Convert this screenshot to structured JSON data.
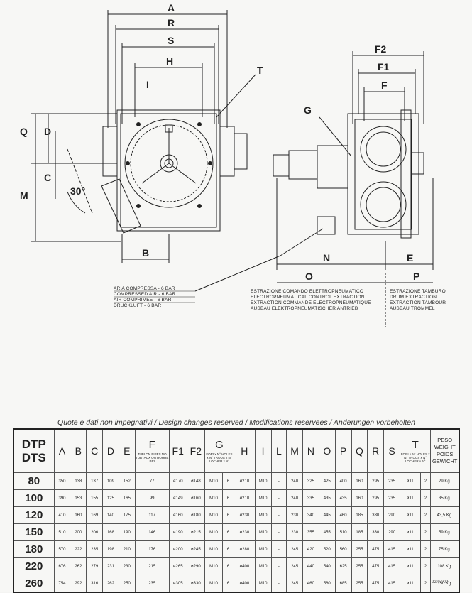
{
  "drawing": {
    "front_view_labels": {
      "A": "A",
      "R": "R",
      "S": "S",
      "H": "H",
      "T": "T",
      "I": "I",
      "Q": "Q",
      "D": "D",
      "C": "C",
      "M": "M",
      "B": "B",
      "angle": "30°"
    },
    "side_view_labels": {
      "F2": "F2",
      "F1": "F1",
      "F": "F",
      "G": "G",
      "N": "N",
      "E": "E",
      "O": "O",
      "P": "P"
    },
    "air_note": [
      "ARIA COMPRESSA - 6 BAR",
      "COMPRESSED AIR - 6 BAR",
      "AIR COMPRIMEE - 6 BAR",
      "DRUCKLUFT - 6 BAR"
    ],
    "o_note": [
      "ESTRAZIONE COMANDO ELETTROPNEUMATICO",
      "ELECTROPNEUMATICAL CONTROL EXTRACTION",
      "EXTRACTION COMMANDE ELECTROPNEUMATIQUE",
      "AUSBAU ELEKTROPNEUMATISCHER ANTRIEB"
    ],
    "p_note": [
      "ESTRAZIONE TAMBURO",
      "DRUM EXTRACTION",
      "EXTRACTION TAMBOUR",
      "AUSBAU TROMMEL"
    ]
  },
  "notice": "Quote e dati non impegnativi / Design changes reserved / Modifications reservees / Anderungen vorbeholten",
  "table": {
    "header_model": [
      "DTP",
      "DTS"
    ],
    "cols": [
      "A",
      "B",
      "C",
      "D",
      "E",
      "F",
      "F1",
      "F2",
      "G",
      "H",
      "I",
      "L",
      "M",
      "N",
      "O",
      "P",
      "Q",
      "R",
      "S",
      "T",
      "PESO"
    ],
    "f_sub": "TUBI ON PIPES NO TUBYAUX ON ROHRE BRI",
    "g_sub": "FORI x N° HOLES x N° TROUS x N° LOCHER x N°",
    "t_sub": "FORI x N° HOLES x N° TROUS x N° LOCHER x N°",
    "weight": [
      "PESO",
      "WEIGHT",
      "POIDS",
      "GEWICHT"
    ],
    "rows": [
      [
        "80",
        "350",
        "138",
        "137",
        "109",
        "152",
        "77",
        "ø170",
        "ø148",
        "M10",
        "6",
        "ø210",
        "M10",
        "-",
        "240",
        "325",
        "425",
        "400",
        "160",
        "295",
        "235",
        "ø11",
        "2",
        "29 Kg."
      ],
      [
        "100",
        "390",
        "153",
        "155",
        "125",
        "165",
        "99",
        "ø149",
        "ø160",
        "M10",
        "6",
        "ø210",
        "M10",
        "-",
        "240",
        "335",
        "435",
        "435",
        "160",
        "295",
        "235",
        "ø11",
        "2",
        "35 Kg."
      ],
      [
        "120",
        "410",
        "160",
        "169",
        "140",
        "175",
        "117",
        "ø160",
        "ø180",
        "M10",
        "6",
        "ø230",
        "M10",
        "-",
        "230",
        "340",
        "445",
        "460",
        "185",
        "330",
        "290",
        "ø11",
        "2",
        "43,5 Kg."
      ],
      [
        "150",
        "510",
        "200",
        "206",
        "168",
        "190",
        "146",
        "ø190",
        "ø215",
        "M10",
        "6",
        "ø230",
        "M10",
        "-",
        "230",
        "355",
        "455",
        "510",
        "185",
        "330",
        "290",
        "ø11",
        "2",
        "59 Kg."
      ],
      [
        "180",
        "570",
        "222",
        "235",
        "198",
        "210",
        "176",
        "ø200",
        "ø245",
        "M10",
        "6",
        "ø280",
        "M10",
        "-",
        "245",
        "420",
        "520",
        "560",
        "255",
        "475",
        "415",
        "ø11",
        "2",
        "75 Kg."
      ],
      [
        "220",
        "676",
        "262",
        "279",
        "231",
        "230",
        "215",
        "ø265",
        "ø290",
        "M10",
        "6",
        "ø400",
        "M10",
        "-",
        "245",
        "440",
        "540",
        "625",
        "255",
        "475",
        "415",
        "ø11",
        "2",
        "108 Kg."
      ],
      [
        "260",
        "754",
        "292",
        "316",
        "262",
        "250",
        "235",
        "ø305",
        "ø330",
        "M10",
        "6",
        "ø400",
        "M10",
        "-",
        "245",
        "460",
        "560",
        "685",
        "255",
        "475",
        "415",
        "ø11",
        "2",
        "150 Kg."
      ]
    ]
  },
  "ref_code": "22/07/09"
}
